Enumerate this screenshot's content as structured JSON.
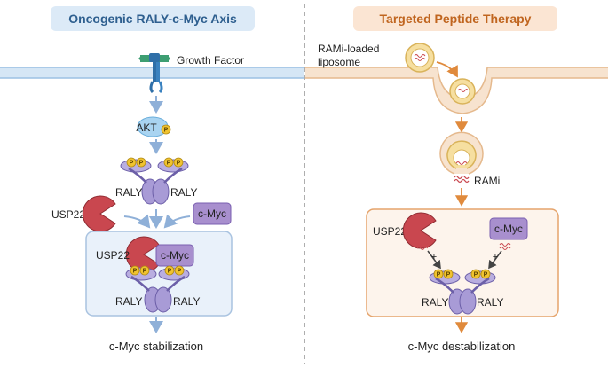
{
  "left_panel": {
    "title": "Oncogenic RALY-c-Myc Axis",
    "growth_factor": "Growth Factor",
    "akt": "AKT",
    "p": "P",
    "raly": "RALY",
    "usp22": "USP22",
    "cmyc": "c-Myc",
    "caption": "c-Myc stabilization"
  },
  "right_panel": {
    "title": "Targeted Peptide Therapy",
    "liposome_line1": "RAMi-loaded",
    "liposome_line2": "liposome",
    "rami": "RAMi",
    "usp22": "USP22",
    "cmyc": "c-Myc",
    "raly": "RALY",
    "p": "P",
    "block": "+",
    "caption": "c-Myc destabilization"
  },
  "colors": {
    "left_accent": "#2e5f8f",
    "right_accent": "#c0651f",
    "protein": "#a89bd6",
    "usp22": "#c9474f",
    "phospho": "#f0c330"
  }
}
